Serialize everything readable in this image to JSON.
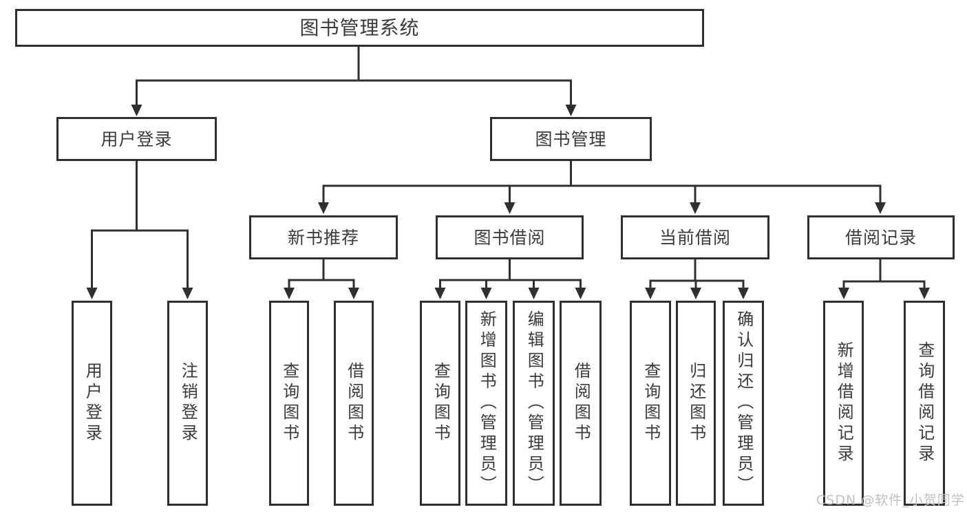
{
  "colors": {
    "line": "#2f2f2f",
    "text": "#3a3a3a",
    "box_bg": "#ffffff",
    "watermark": "#c0c0c0",
    "background": "#ffffff"
  },
  "watermark": {
    "text": "CSDN @软件_小贺同学"
  },
  "tree": {
    "label": "图书管理系统",
    "children": [
      {
        "label": "用户登录",
        "children": [
          {
            "label": "用户登录"
          },
          {
            "label": "注销登录"
          }
        ]
      },
      {
        "label": "图书管理",
        "children": [
          {
            "label": "新书推荐",
            "children": [
              {
                "label": "查询图书"
              },
              {
                "label": "借阅图书"
              }
            ]
          },
          {
            "label": "图书借阅",
            "children": [
              {
                "label": "查询图书"
              },
              {
                "label": "新增图书（管理员）"
              },
              {
                "label": "编辑图书（管理员）"
              },
              {
                "label": "借阅图书"
              }
            ]
          },
          {
            "label": "当前借阅",
            "children": [
              {
                "label": "查询图书"
              },
              {
                "label": "归还图书"
              },
              {
                "label": "确认归还（管理员）"
              }
            ]
          },
          {
            "label": "借阅记录",
            "children": [
              {
                "label": "新增借阅记录"
              },
              {
                "label": "查询借阅记录"
              }
            ]
          }
        ]
      }
    ]
  }
}
